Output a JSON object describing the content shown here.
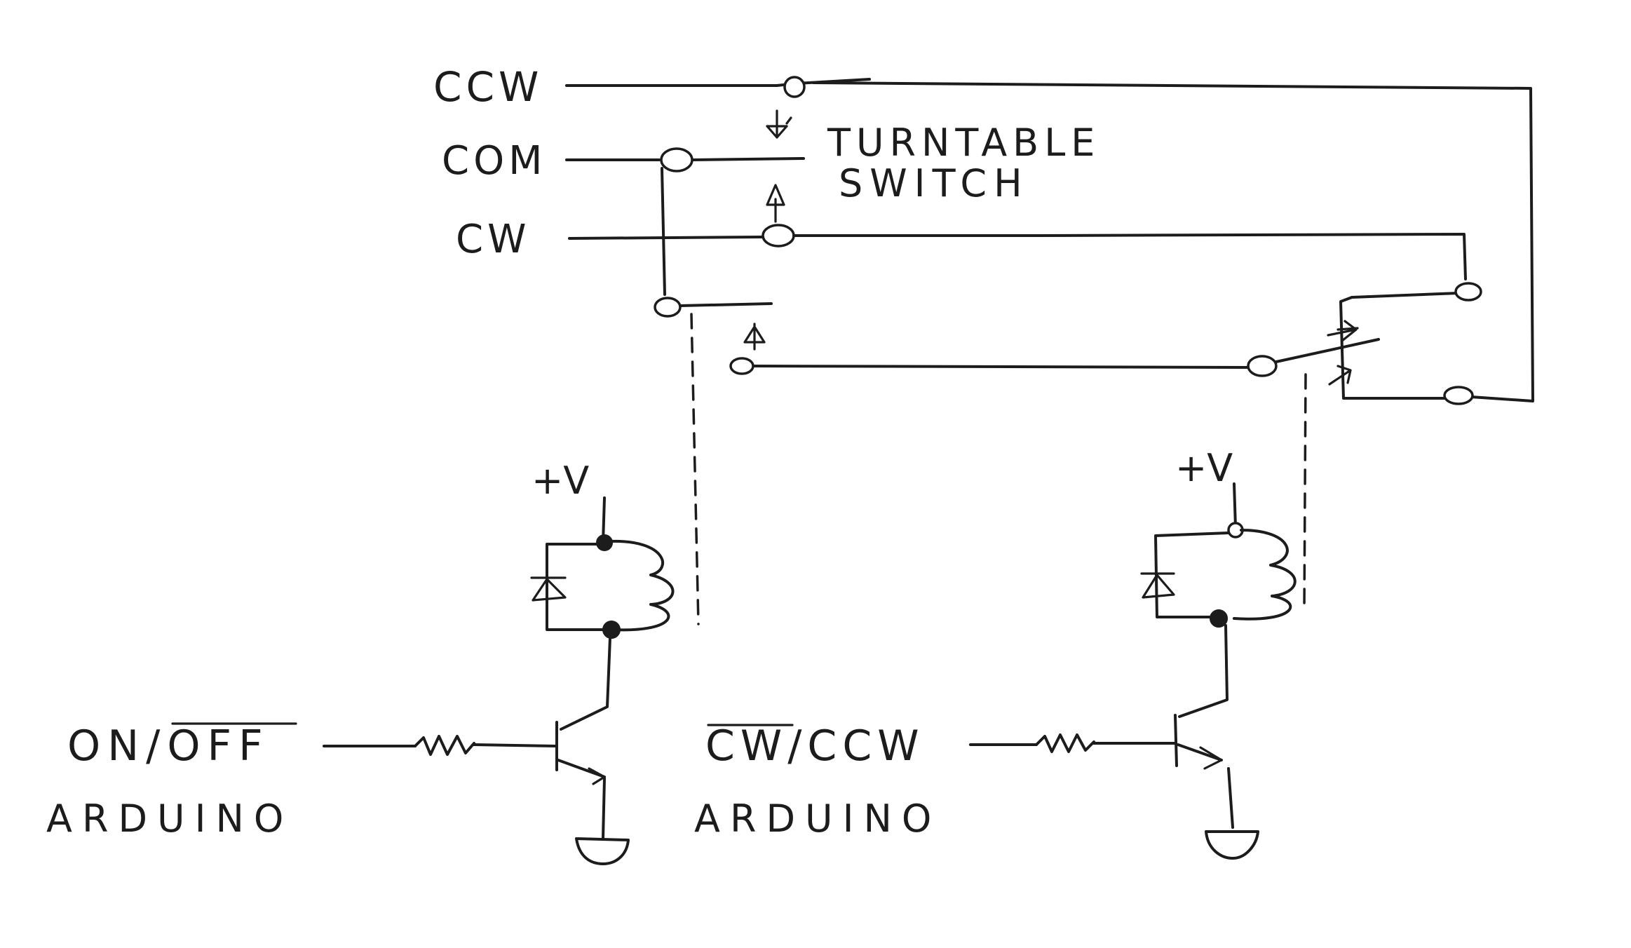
{
  "switch_labels": {
    "ccw": "CCW",
    "com": "COM",
    "cw": "CW",
    "title_line1": "TURNTABLE",
    "title_line2": "SWITCH"
  },
  "left_circuit": {
    "supply": "+V",
    "input_signal": "ON/OFF",
    "source": "ARDUINO"
  },
  "right_circuit": {
    "supply": "+V",
    "input_signal": "CW/CCW",
    "source": "ARDUINO"
  },
  "colors": {
    "ink": "#1c1c1c",
    "paper": "#ffffff"
  }
}
